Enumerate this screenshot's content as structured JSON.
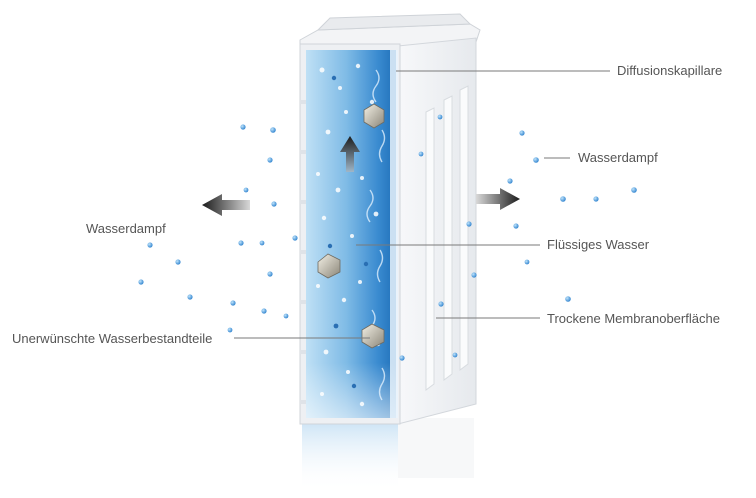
{
  "labels": {
    "diffusion_capillary": "Diffusionskapillare",
    "vapor_right": "Wasserdampf",
    "vapor_left": "Wasserdampf",
    "liquid_water": "Flüssiges Wasser",
    "dry_membrane": "Trockene Membranoberfläche",
    "unwanted_constituents": "Unerwünschte Wasserbestandteile"
  },
  "icons": {
    "arrow_left": "arrow-left-icon",
    "arrow_right": "arrow-right-icon",
    "arrow_up": "arrow-up-icon",
    "particle": "particle-icon",
    "droplet": "droplet-icon"
  },
  "colors": {
    "water_light": "#bfe0f5",
    "water_dark": "#2f7fc4",
    "droplet": "#3d93d8",
    "frame": "#f2f3f5",
    "frame_shade": "#dcdfe3",
    "leader": "#7a7a7a",
    "text": "#555555"
  }
}
